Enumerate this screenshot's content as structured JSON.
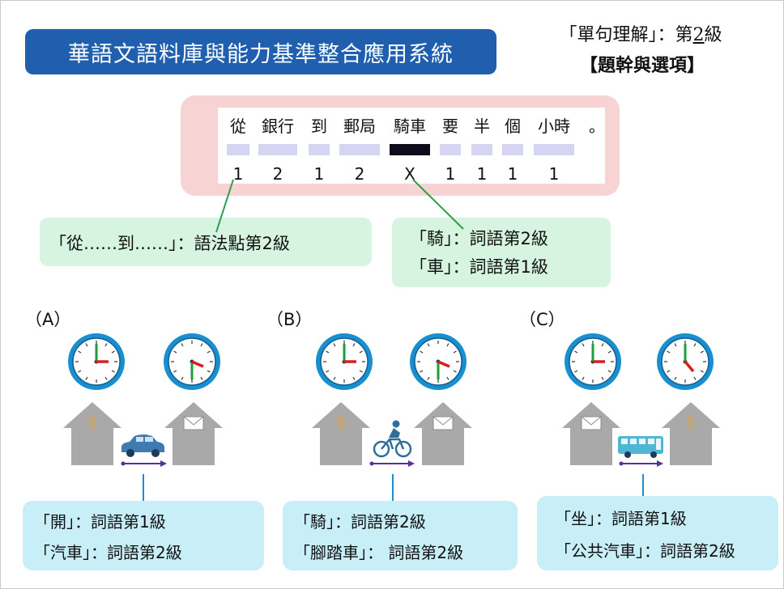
{
  "header": {
    "title": "華語文語料庫與能力基準整合應用系統",
    "level_prefix": "「單句理解」：第",
    "level_number": "2",
    "level_suffix": "級",
    "subtitle": "【題幹與選項】"
  },
  "sentence": {
    "tokens": [
      {
        "word": "從",
        "level": "1"
      },
      {
        "word": "銀行",
        "level": "2"
      },
      {
        "word": "到",
        "level": "1"
      },
      {
        "word": "郵局",
        "level": "2"
      },
      {
        "word": "騎車",
        "level": "X"
      },
      {
        "word": "要",
        "level": "1"
      },
      {
        "word": "半",
        "level": "1"
      },
      {
        "word": "個",
        "level": "1"
      },
      {
        "word": "小時",
        "level": "1"
      }
    ],
    "end_punct": "。"
  },
  "notes": {
    "grammar": "「從……到……」：語法點第2級",
    "vocab_line1": "「騎」：詞語第2級",
    "vocab_line2": "「車」：詞語第1級"
  },
  "options": [
    {
      "label": "（A）",
      "line1": "「開」：詞語第1級",
      "line2": "「汽車」：詞語第2級",
      "vehicle": "car-icon",
      "left_building_sign": "dollar-sign-icon",
      "right_building_sign": "envelope-icon"
    },
    {
      "label": "（B）",
      "line1": "「騎」：詞語第2級",
      "line2": "「腳踏車」：  詞語第2級",
      "vehicle": "bicycle-icon",
      "left_building_sign": "dollar-sign-icon",
      "right_building_sign": "envelope-icon"
    },
    {
      "label": "（C）",
      "line1": "「坐」：詞語第1級",
      "line2": "「公共汽車」：詞語第2級",
      "vehicle": "bus-icon",
      "left_building_sign": "envelope-icon",
      "right_building_sign": "dollar-sign-icon"
    }
  ],
  "colors": {
    "title_bg": "#1f5fae",
    "sentence_panel": "#f8d3d3",
    "note_green": "#d6f4e0",
    "option_blue": "#c8eef8",
    "connector_green": "#2e9e4a",
    "connector_blue": "#1a8fd0",
    "clock_ring": "#1a8fd0",
    "house_gray": "#a9a9a9",
    "arrow_purple": "#5a2ea0"
  }
}
